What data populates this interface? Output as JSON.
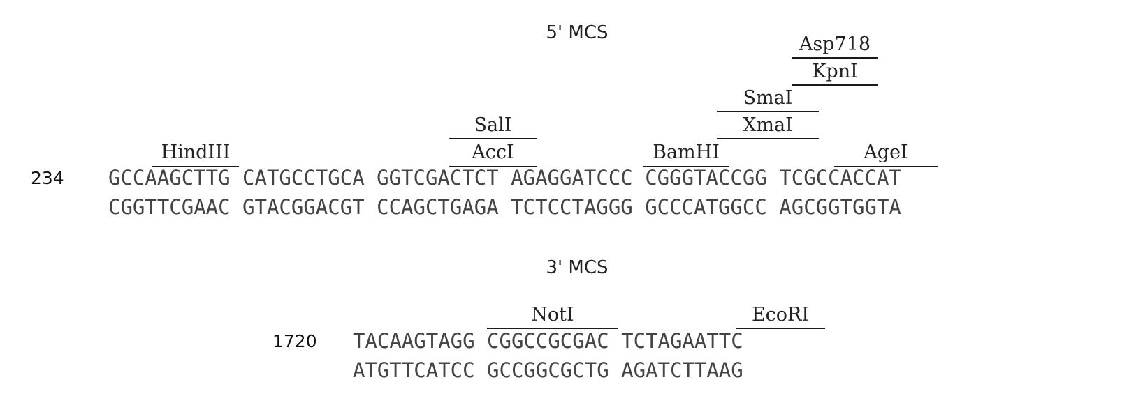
{
  "five_prime": {
    "heading": "5' MCS",
    "position": "234",
    "top_strand": "GCCAAGCTTG CATGCCTGCA GGTCGACTCT AGAGGATCCC CGGGTACCGG TCGCCACCAT",
    "bottom_strand": "CGGTTCGAAC GTACGGACGT CCAGCTGAGA TCTCCTAGGG GCCCATGGCC AGCGGTGGTA",
    "sites": {
      "hindiii": "HindIII",
      "sali": "SalI",
      "acci": "AccI",
      "bamhi": "BamHI",
      "smai": "SmaI",
      "xmai": "XmaI",
      "asp718": "Asp718",
      "kpni": "KpnI",
      "agei": "AgeI"
    }
  },
  "three_prime": {
    "heading": "3' MCS",
    "position": "1720",
    "top_strand": "TACAAGTAGG CGGCCGCGAC TCTAGAATTC",
    "bottom_strand": "ATGTTCATCC GCCGGCGCTG AGATCTTAAG",
    "sites": {
      "noti": "NotI",
      "ecori": "EcoRI"
    }
  }
}
